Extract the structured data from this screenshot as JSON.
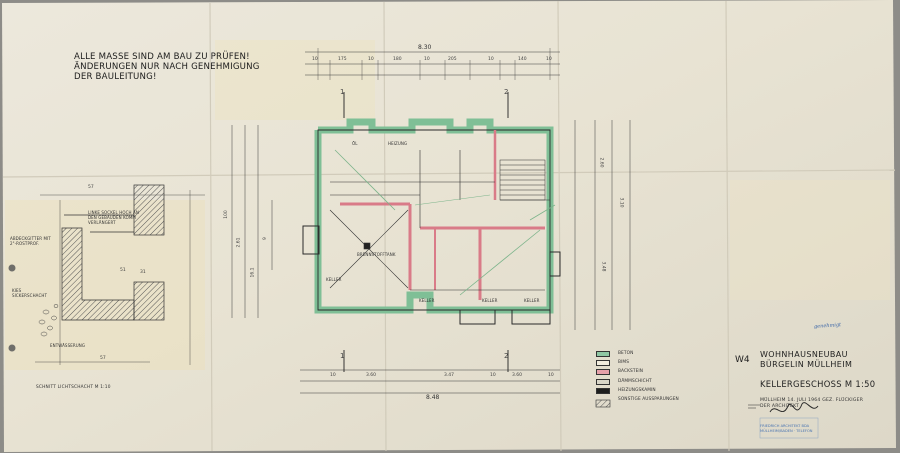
{
  "general_note": [
    "ALLE MASSE SIND AM BAU ZU PRÜFEN!",
    "ÄNDERUNGEN NUR NACH GENEHMIGUNG",
    "DER BAULEITUNG!"
  ],
  "title_block": {
    "marker": "W4",
    "project_line1": "WOHNHAUSNEUBAU",
    "project_line2": "BÜRGELIN MÜLLHEIM",
    "drawing": "KELLERGESCHOSS M 1:50",
    "dated_line": "MÜLLHEIM 14. JULI 1964  GEZ. FLÜCKIGER",
    "architect_label": "DER ARCHITEKT",
    "stamp_line1": "FRIEDRICH ARCHITEKT BDA",
    "stamp_line2": "MÜLLHEIM/BADEN · TELEFON"
  },
  "legend": [
    {
      "label": "BETON",
      "color": "#8fc7a4"
    },
    {
      "label": "BIMS",
      "color": "#f1ecdd"
    },
    {
      "label": "BACKSTEIN",
      "color": "#e6a1aa"
    },
    {
      "label": "DÄMMSCHICHT",
      "color": "#d9d6c8"
    },
    {
      "label": "HEIZUNGSKAMIN",
      "color": "#1e1e1e"
    },
    {
      "label": "SONSTIGE AUSSPARUNGEN",
      "color": "#3a3a3a"
    }
  ],
  "detail": {
    "caption": "SCHNITT LICHTSCHACHT M 1:10",
    "label_sockel": "LINKE SOCKEL HOCH AN DEN GEBÄUDEN KOMM VERLÄNGERT",
    "label_rost": "ABDECKGITTER MIT 2\"-ROSTPROF.",
    "label_kies": "KIES SICKERSCHACHT",
    "label_entw": "ENTWÄSSERUNG",
    "dims": [
      "57",
      "51",
      "31",
      "57"
    ]
  },
  "plan": {
    "rooms": [
      {
        "id": "keller-links",
        "label": "KELLER"
      },
      {
        "id": "keller-mitte",
        "label": "KELLER"
      },
      {
        "id": "keller-rechts",
        "label": "KELLER"
      },
      {
        "id": "heizung",
        "label": "HEIZUNG"
      },
      {
        "id": "oel",
        "label": "ÖL"
      },
      {
        "id": "brennstoff",
        "label": "BRENNSTOFFTANK"
      },
      {
        "id": "keller-eck",
        "label": "KELLER"
      }
    ],
    "section_marks": [
      "1",
      "2",
      "1",
      "2"
    ],
    "dims_top_total": "8.30",
    "dims_bottom_total": "8.48",
    "dims_top": [
      "10",
      "175",
      "10",
      "180",
      "10",
      "205",
      "10",
      "140",
      "10"
    ],
    "dims_bottom": [
      "10",
      "3.60",
      "3.47",
      "10",
      "3.60",
      "10"
    ],
    "dims_left": [
      "100",
      "2.61",
      "16.1",
      "9"
    ],
    "dims_right": [
      "2.60",
      "3.10",
      "3.48"
    ]
  },
  "stamp_blue": "genehmigt"
}
